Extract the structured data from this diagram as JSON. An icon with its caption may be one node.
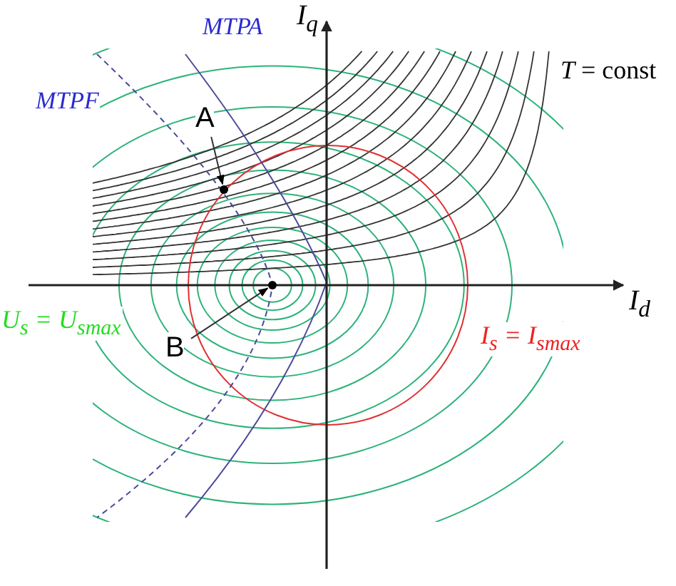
{
  "diagram": {
    "nodes": [
      {
        "text": [
          "A"
        ]
      },
      {
        "text": [],
        "shape": "circle"
      },
      {
        "text": [
          "B"
        ]
      },
      {
        "text": [],
        "shape": "circle"
      }
    ],
    "edges": [
      {
        "from": 0,
        "to": 1,
        "arrow": "to"
      },
      {
        "from": 2,
        "to": 3,
        "arrow": "to"
      }
    ],
    "labels": [
      "I$_{q}$",
      "MTPA",
      "MTPF",
      "*T* = const",
      "I$_{d}$",
      "U$_{s}$ = U$_{smax}$",
      "I$_{s}$ = I$_{smax}$"
    ]
  }
}
